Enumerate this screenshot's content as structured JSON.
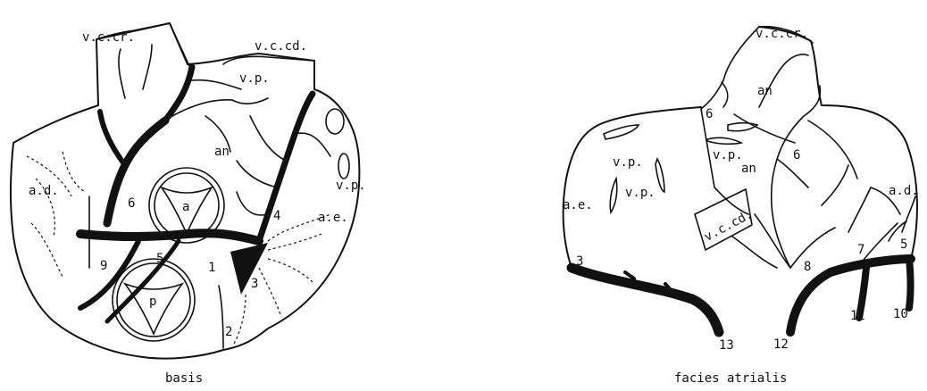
{
  "figures": {
    "basis": {
      "caption": "basis",
      "labels": {
        "vccr": "v.c.cr.",
        "vccd": "v.c.cd.",
        "vp_top": "v.p.",
        "an": "an",
        "ad": "a.d.",
        "n6": "6",
        "vp_right": "v.p.",
        "ae": "a.e.",
        "n4": "4",
        "a": "a",
        "p": "p",
        "n5": "5",
        "n1": "1",
        "n9": "9",
        "n3": "3",
        "n2": "2"
      }
    },
    "atrialis": {
      "caption": "facies atrialis",
      "labels": {
        "vccr": "v.c.cr.",
        "an_top": "an",
        "n6a": "6",
        "vp_left": "v.p.",
        "vp_mid": "v.p.",
        "an_mid": "an",
        "n6b": "6",
        "ae": "a.e.",
        "vp_low": "v.p.",
        "vccd": "v.c.cd.",
        "ad": "a.d.",
        "n3": "3",
        "n7": "7",
        "n5": "5",
        "n8": "8",
        "n11": "11",
        "n10": "10",
        "n13": "13",
        "n12": "12"
      }
    }
  }
}
